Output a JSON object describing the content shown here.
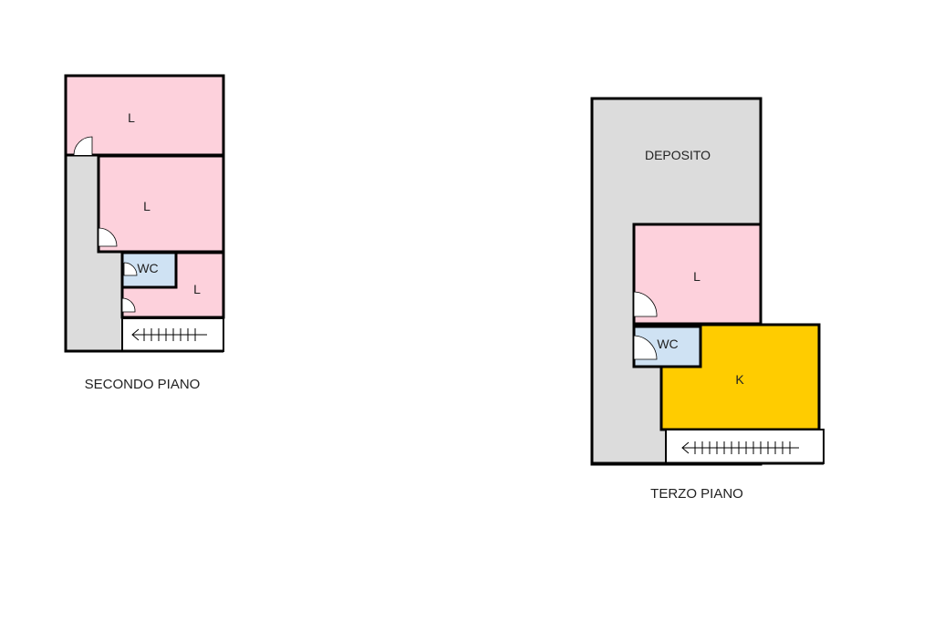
{
  "colors": {
    "living": "#fdd1dc",
    "corridor": "#dcdcdc",
    "wc": "#cfe2f3",
    "kitchen": "#ffcc00",
    "stairs": "#ffffff",
    "wall": "#000000"
  },
  "secondo_piano": {
    "caption": "SECONDO PIANO",
    "rooms": {
      "living_top": "L",
      "living_mid": "L",
      "wc": "WC",
      "living_small": "L"
    }
  },
  "terzo_piano": {
    "caption": "TERZO PIANO",
    "rooms": {
      "deposito": "DEPOSITO",
      "living": "L",
      "wc": "WC",
      "kitchen": "K"
    }
  }
}
